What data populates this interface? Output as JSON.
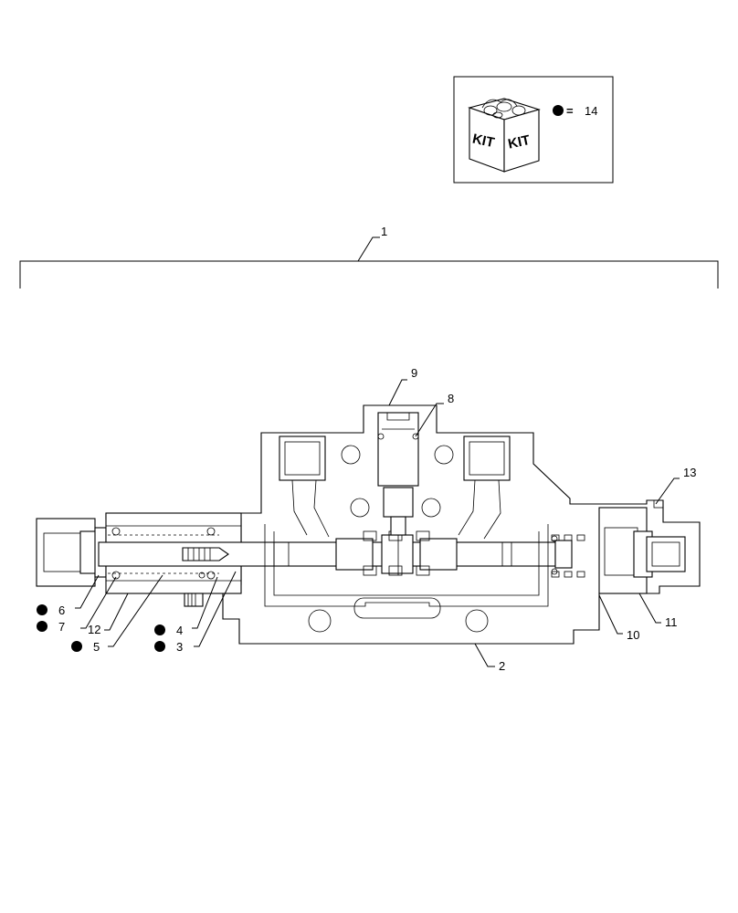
{
  "kit_legend": {
    "kit_label_left": "KIT",
    "kit_label_right": "KIT",
    "equals_sign": "=",
    "kit_item_number": "14"
  },
  "callouts": {
    "c1": "1",
    "c2": "2",
    "c3": "3",
    "c4": "4",
    "c5": "5",
    "c6": "6",
    "c7": "7",
    "c8": "8",
    "c9": "9",
    "c10": "10",
    "c11": "11",
    "c12": "12",
    "c13": "13"
  },
  "kit_parts_marked": [
    "3",
    "4",
    "5",
    "6",
    "7"
  ],
  "icons": [
    "kit-box-icon",
    "kit-bullet-icon"
  ]
}
